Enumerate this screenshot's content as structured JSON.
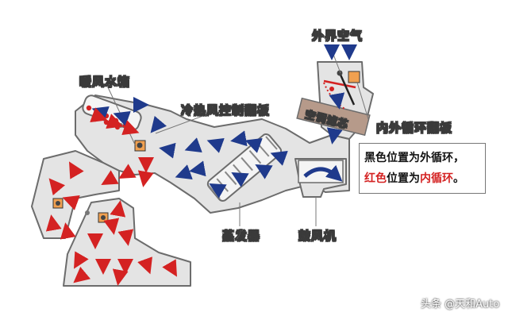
{
  "labels": {
    "outside_air": "外界空气",
    "heater_core": "暖风水箱",
    "blend_door": "冷热风控制翻板",
    "ac_filter": "空调滤芯",
    "recirc_door": "内外循环翻板",
    "evaporator": "蒸发器",
    "blower": "鼓风机"
  },
  "legend": {
    "line1_prefix": "黑色",
    "line1_mid": "位置为",
    "line1_end": "外循环，",
    "line2_prefix": "红色",
    "line2_mid": "位置为",
    "line2_end": "内循环",
    "line2_tail": "。"
  },
  "watermark": "头条 @天和Auto",
  "colors": {
    "duct_fill": "#e4e4e4",
    "duct_stroke": "#6c6c6c",
    "outside_arrow": "#1f3a8c",
    "heated_arrow": "#d42222",
    "door": "#f0a050",
    "ac_filter_bg": "#b69a8a"
  }
}
